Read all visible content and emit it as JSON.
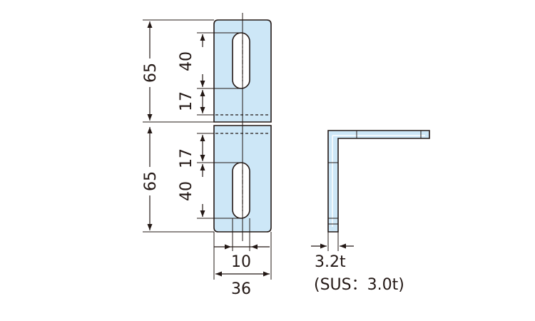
{
  "dimensions": {
    "upper_height": "65",
    "upper_slot_length": "40",
    "upper_slot_offset": "17",
    "lower_height": "65",
    "lower_slot_offset": "17",
    "lower_slot_length": "40",
    "slot_width": "10",
    "total_width": "36"
  },
  "side_view": {
    "thickness": "3.2t",
    "sus_note": "(SUS：3.0t)"
  },
  "colors": {
    "plate_fill": "#cde7f7",
    "plate_stroke": "#231815",
    "highlight": "#ffffff",
    "line": "#231815"
  }
}
